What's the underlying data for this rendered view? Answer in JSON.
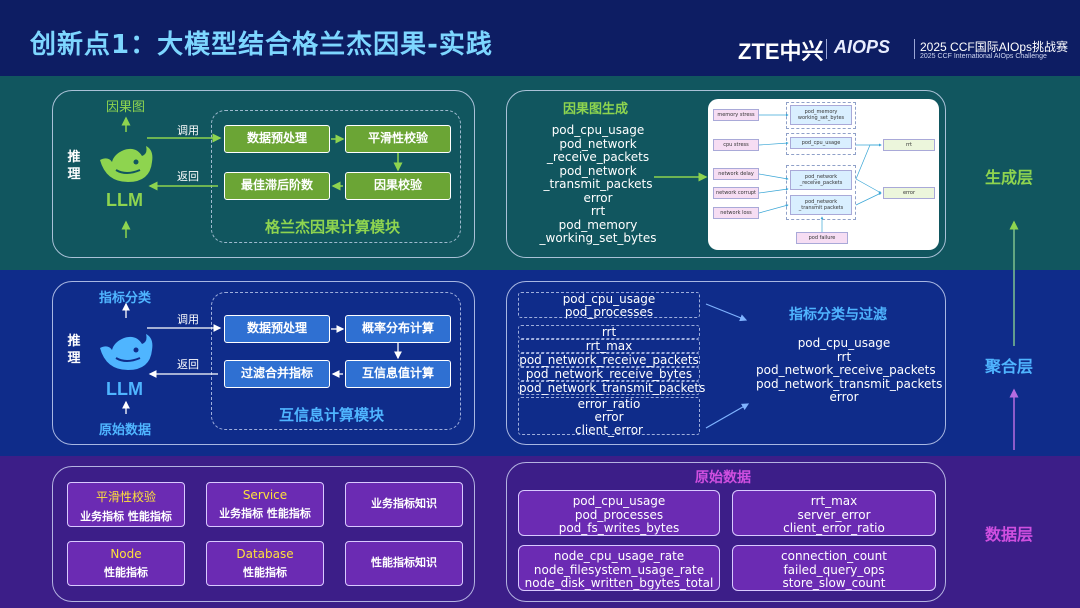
{
  "header": {
    "title": "创新点1：大模型结合格兰杰因果-实践",
    "brand": "ZTE中兴",
    "product": "AIOPS",
    "event_title": "2025 CCF国际AIOps挑战赛",
    "event_subtitle": "2025 CCF International AIOps Challenge"
  },
  "layers": {
    "generation": "生成层",
    "aggregation": "聚合层",
    "data": "数据层"
  },
  "generation": {
    "output_label": "因果图",
    "reasoning": "推理",
    "model": "LLM",
    "call_label": "调用",
    "return_label": "返回",
    "steps": [
      "数据预处理",
      "平滑性校验",
      "因果校验",
      "最佳滞后阶数"
    ],
    "module_title": "格兰杰因果计算模块",
    "graph_title": "因果图生成",
    "metrics": [
      "pod_cpu_usage",
      "pod_network",
      "_receive_packets",
      "pod_network",
      "_transmit_packets",
      "error",
      "rrt",
      "pod_memory",
      "_working_set_bytes"
    ],
    "graph_nodes": {
      "memory_stress": "memory stress",
      "pod_memory": "pod_memory",
      "working_set_bytes": "working_set_bytes",
      "cpu_stress": "cpu stress",
      "pod_cpu_usage": "pod_cpu_usage",
      "rrt": "rrt",
      "network_delay": "network delay",
      "network_corrupt": "network corrupt",
      "network_loss": "network loss",
      "pod_network_1": "pod_network",
      "receive_packets": "_receive_packets",
      "pod_network_2": "pod_network",
      "transmit_packets": "_transmit packets",
      "error": "error",
      "pod_failure": "pod failure"
    }
  },
  "aggregation": {
    "output_label": "指标分类",
    "input_label": "原始数据",
    "reasoning": "推理",
    "model": "LLM",
    "call_label": "调用",
    "return_label": "返回",
    "steps": [
      "数据预处理",
      "概率分布计算",
      "互信息值计算",
      "过滤合并指标"
    ],
    "module_title": "互信息计算模块",
    "group1": [
      "pod_cpu_usage",
      "pod_processes"
    ],
    "group2": [
      "rrt",
      "rrt_max",
      "pod_network_receive_packets",
      "pod_network_receive_bytes",
      "pod_network_transmit_packets"
    ],
    "group3": [
      "error_ratio",
      "error",
      "client_error"
    ],
    "filter_title": "指标分类与过滤",
    "filtered": [
      "pod_cpu_usage",
      "rrt",
      "pod_network_receive_packets",
      "pod_network_transmit_packets",
      "error"
    ]
  },
  "data_layer": {
    "cards": [
      {
        "title": "平滑性校验",
        "sub": "业务指标 性能指标"
      },
      {
        "title": "Service",
        "sub": "业务指标 性能指标"
      },
      {
        "title": "",
        "sub": "业务指标知识"
      },
      {
        "title": "Node",
        "sub": "性能指标"
      },
      {
        "title": "Database",
        "sub": "性能指标"
      },
      {
        "title": "",
        "sub": "性能指标知识"
      }
    ],
    "raw_title": "原始数据",
    "raw_groups": [
      [
        "pod_cpu_usage",
        "pod_processes",
        "pod_fs_writes_bytes"
      ],
      [
        "rrt_max",
        "server_error",
        "client_error_ratio"
      ],
      [
        "node_cpu_usage_rate",
        "node_filesystem_usage_rate",
        "node_disk_written_bgytes_total"
      ],
      [
        "connection_count",
        "failed_query_ops",
        "store_slow_count"
      ]
    ]
  },
  "colors": {
    "title": "#7dd6ff",
    "green": "#8ed44f",
    "blue": "#4fb5ff",
    "purple": "#cf4fe0",
    "yellow": "#ffe13a"
  }
}
